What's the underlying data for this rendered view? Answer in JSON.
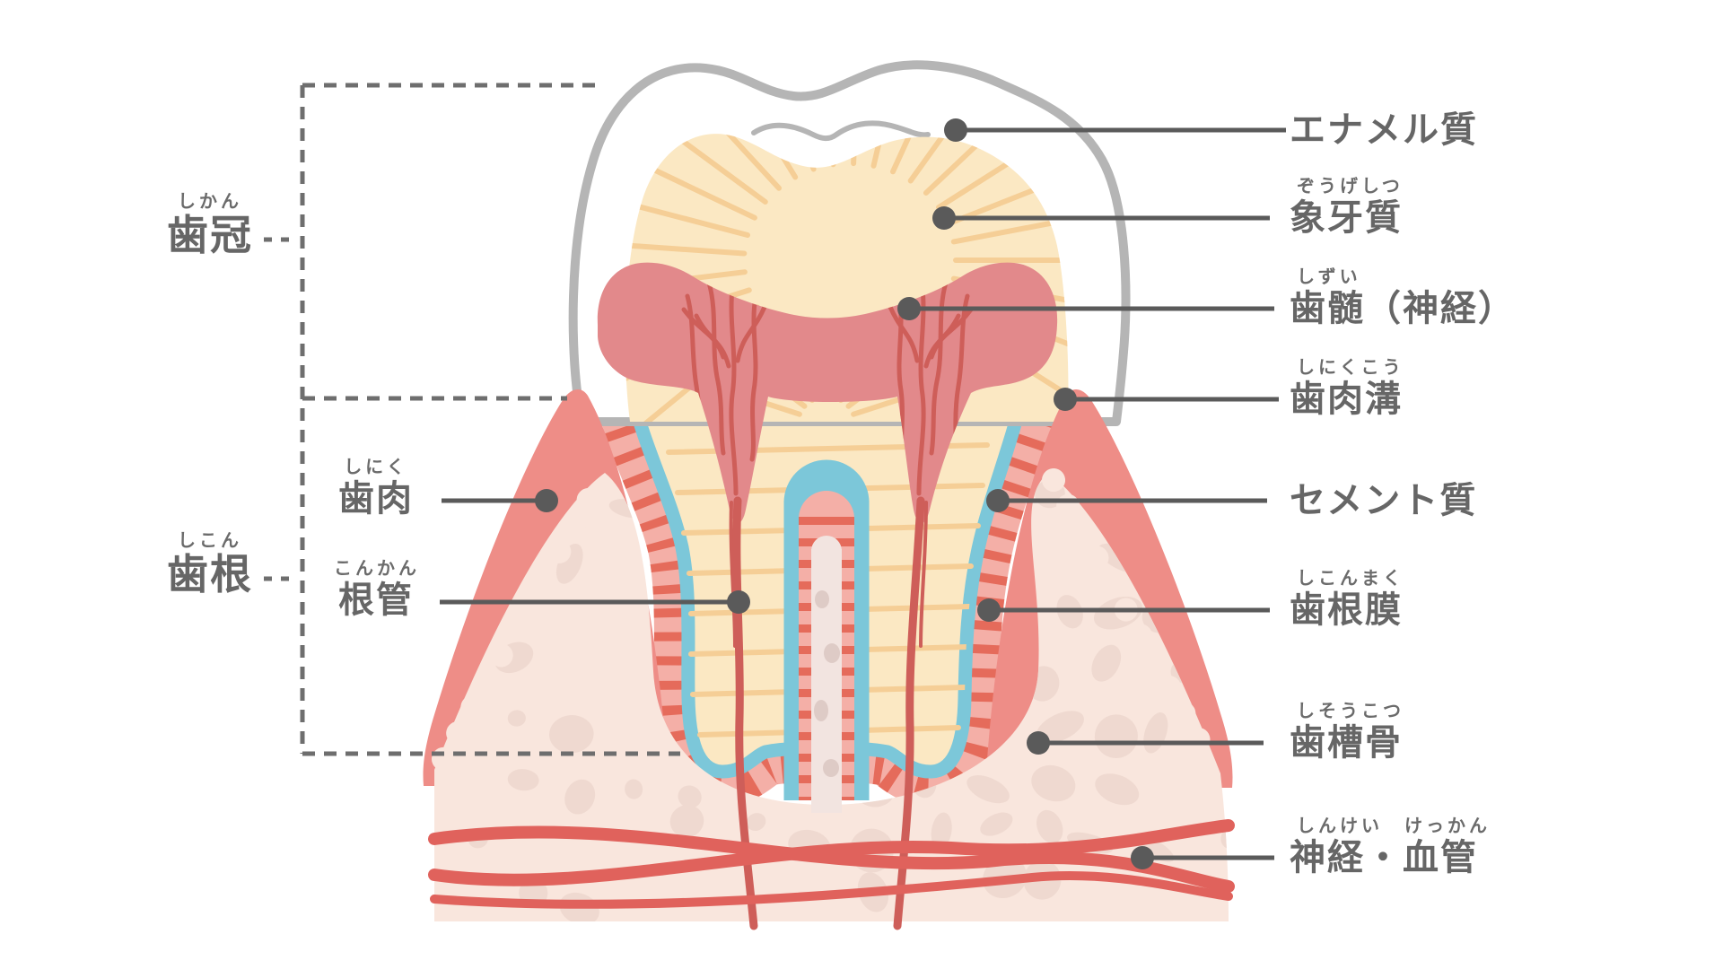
{
  "diagram_title": "tooth-anatomy-cross-section",
  "labels": {
    "right": [
      {
        "text": "エナメル質",
        "furigana": ""
      },
      {
        "text": "象牙質",
        "furigana": "ぞうげしつ"
      },
      {
        "text": "歯髄（神経）",
        "furigana": "しずい"
      },
      {
        "text": "歯肉溝",
        "furigana": "しにくこう"
      },
      {
        "text": "セメント質",
        "furigana": ""
      },
      {
        "text": "歯根膜",
        "furigana": "しこんまく"
      },
      {
        "text": "歯槽骨",
        "furigana": "しそうこつ"
      },
      {
        "text": "神経・血管",
        "furigana": "しんけい　けっかん"
      }
    ],
    "left": [
      {
        "text": "歯冠",
        "furigana": "しかん"
      },
      {
        "text": "歯根",
        "furigana": "しこん"
      }
    ],
    "inner": [
      {
        "text": "歯肉",
        "furigana": "しにく"
      },
      {
        "text": "根管",
        "furigana": "こんかん"
      }
    ]
  },
  "colors": {
    "enamel_outline": "#b5b5b5",
    "enamel_fill": "#ffffff",
    "dentin": "#fbe8c3",
    "dentin_line": "#f5ce96",
    "pulp": "#e2898b",
    "vessel": "#ce5e59",
    "cementum": "#7cc7d9",
    "ligament": "#f4afa7",
    "ligament_stripe": "#e56b5b",
    "gum": "#ee8d87",
    "bone": "#f9e6dd",
    "bone_blob": "#efd9d0",
    "septum_core": "#f2e4e0",
    "septum_blob": "#decbc6",
    "label_text": "#666666",
    "leader_line": "#5a5a5a",
    "bracket_dash": "#6e6e6e"
  }
}
